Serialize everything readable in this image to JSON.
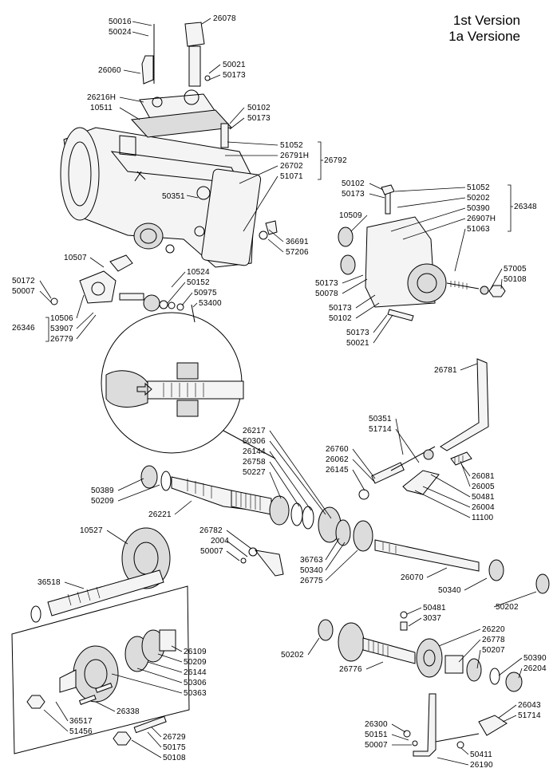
{
  "version": {
    "line1": "1st Version",
    "line2": "1a Versione"
  },
  "part_labels": [
    "50016",
    "50024",
    "26078",
    "50021",
    "50173",
    "26060",
    "26216H",
    "10511",
    "50102",
    "50173",
    "51052",
    "26791H",
    "26702",
    "51071",
    "26792",
    "50351",
    "50102",
    "50173",
    "51052",
    "50202",
    "50390",
    "26907H",
    "51063",
    "26348",
    "10509",
    "36691",
    "57206",
    "10507",
    "10524",
    "50152",
    "50975",
    "53400",
    "50172",
    "50007",
    "26346",
    "10506",
    "53907",
    "26779",
    "57005",
    "50108",
    "50173",
    "50078",
    "50173",
    "50102",
    "50173",
    "50021",
    "26781",
    "50351",
    "51714",
    "26217",
    "50306",
    "26144",
    "26758",
    "50227",
    "26760",
    "26062",
    "26145",
    "26081",
    "26005",
    "50481",
    "26004",
    "11100",
    "50389",
    "50209",
    "26221",
    "10527",
    "26782",
    "2004",
    "50007",
    "36763",
    "50340",
    "26775",
    "26070",
    "50340",
    "36518",
    "50202",
    "50481",
    "3037",
    "26220",
    "26778",
    "50207",
    "50390",
    "26204",
    "50202",
    "26776",
    "26109",
    "50209",
    "26144",
    "50306",
    "50363",
    "36517",
    "51456",
    "26338",
    "26729",
    "50175",
    "50108",
    "26043",
    "51714",
    "26300",
    "50151",
    "50007",
    "50411",
    "26190"
  ]
}
